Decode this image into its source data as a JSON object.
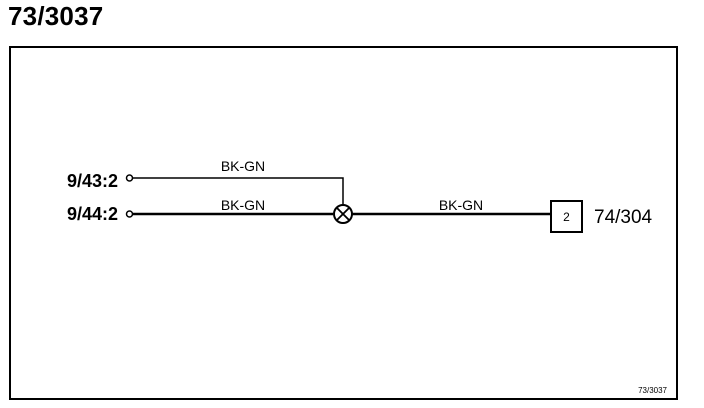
{
  "title": "73/3037",
  "diagram_id": "73/3037",
  "terminals": [
    {
      "label": "9/43:2"
    },
    {
      "label": "9/44:2"
    }
  ],
  "wires": [
    {
      "label": "BK-GN"
    },
    {
      "label": "BK-GN"
    },
    {
      "label": "BK-GN"
    }
  ],
  "connector": {
    "pin": "2",
    "label": "74/304"
  },
  "colors": {
    "line": "#000000",
    "background": "#ffffff"
  }
}
